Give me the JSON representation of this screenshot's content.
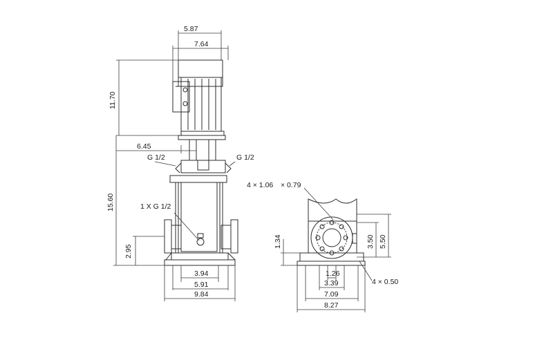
{
  "drawing": {
    "front_view": {
      "dims": {
        "motor_width_top": "5.87",
        "motor_width": "7.64",
        "motor_height": "11.70",
        "pump_height": "15.60",
        "flange_width": "6.45",
        "port_left": "G 1/2",
        "port_right": "G 1/2",
        "drain": "1 X G 1/2",
        "inlet_height": "2.95",
        "base_inner": "3.94",
        "base_mid": "5.91",
        "base_outer": "9.84"
      }
    },
    "side_view": {
      "dims": {
        "bolt_holes": "4 × 1.06",
        "bolt_holes_b": "× 0.79",
        "flange_h1": "3.50",
        "flange_h2": "5.50",
        "foot_height": "1.34",
        "pcd_inner": "1.26",
        "pcd_outer": "3.39",
        "foot_span": "7.09",
        "overall_width": "8.27",
        "slot": "4 × 0.50"
      }
    }
  },
  "colors": {
    "line": "#2b2b2b",
    "dim": "#3a3a3a",
    "background": "#ffffff"
  }
}
